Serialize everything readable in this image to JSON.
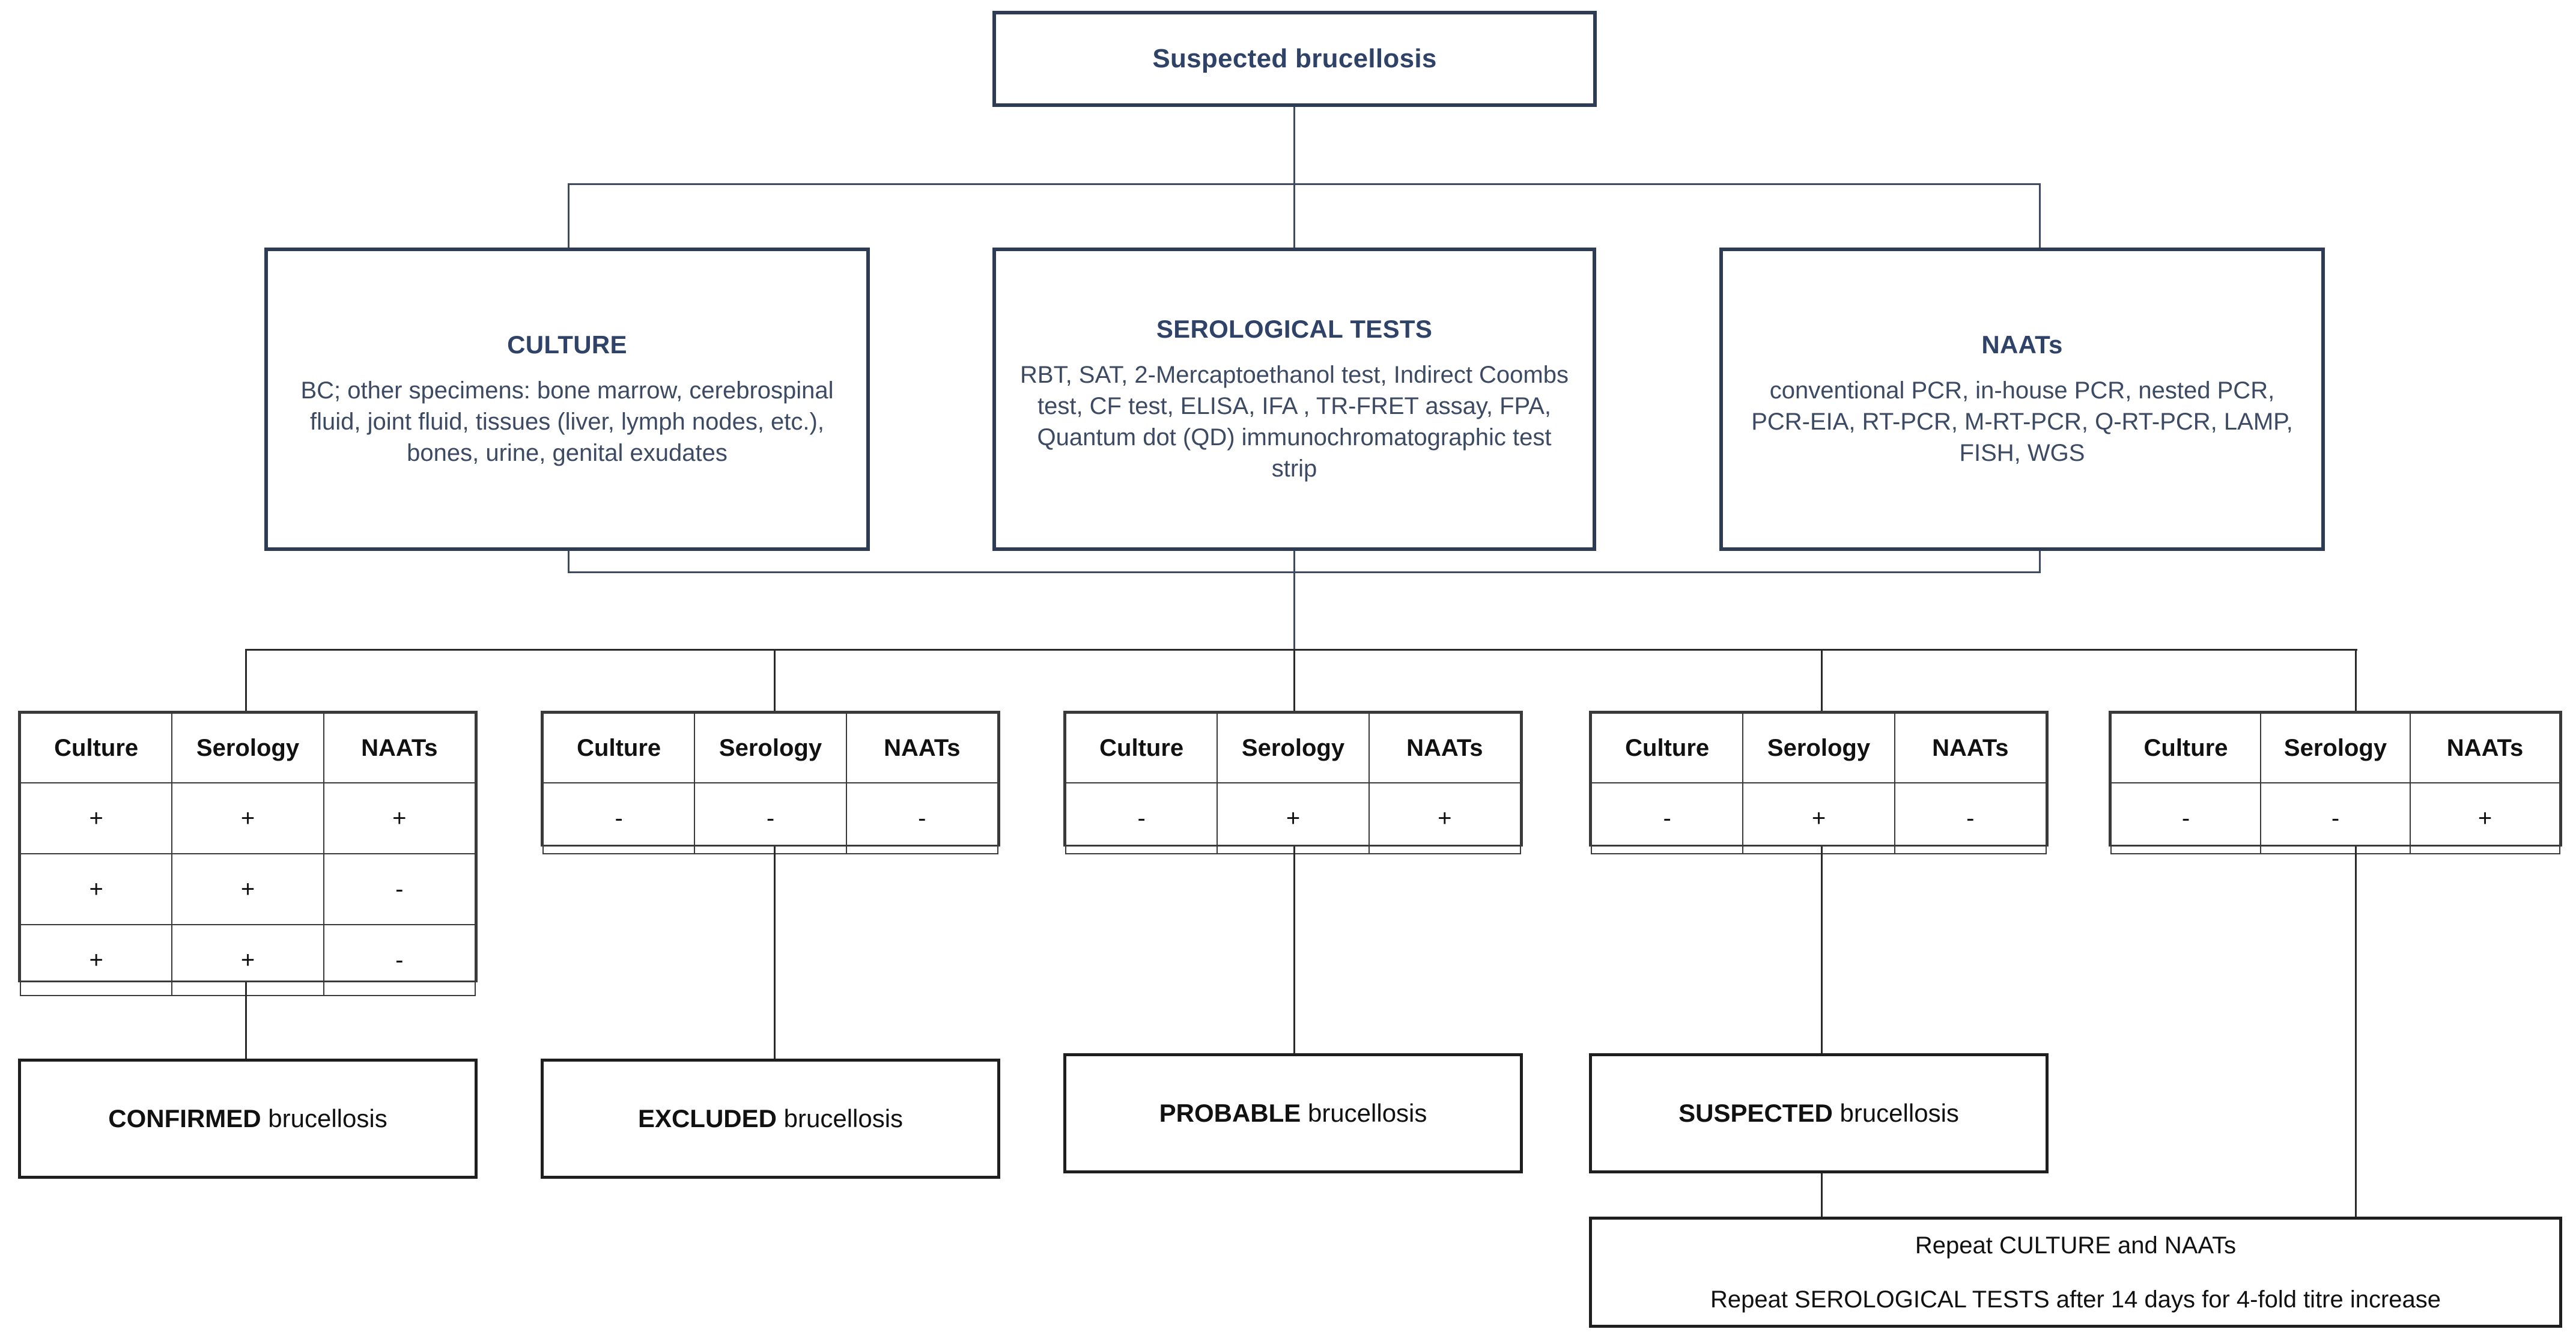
{
  "root": {
    "label": "Suspected  brucellosis"
  },
  "categories": [
    {
      "id": "culture",
      "title": "CULTURE",
      "body": "BC; other specimens: bone marrow, cerebrospinal fluid, joint fluid, tissues (liver, lymph nodes, etc.), bones, urine, genital exudates"
    },
    {
      "id": "serological-tests",
      "title": "SEROLOGICAL TESTS",
      "body": "RBT, SAT, 2-Mercaptoethanol test, Indirect Coombs test, CF test, ELISA, IFA , TR-FRET assay, FPA, Quantum dot (QD) immunochromatographic test strip"
    },
    {
      "id": "naats",
      "title": "NAATs",
      "body": "conventional PCR, in-house PCR, nested PCR, PCR-EIA, RT-PCR, M-RT-PCR, Q-RT-PCR, LAMP, FISH, WGS"
    }
  ],
  "table_headers": [
    "Culture",
    "Serology",
    "NAATs"
  ],
  "branches": [
    {
      "id": "confirmed",
      "rows": [
        [
          "+",
          "+",
          "+"
        ],
        [
          "+",
          "+",
          "-"
        ],
        [
          "+",
          "+",
          "-"
        ]
      ],
      "outcome_strong": "CONFIRMED",
      "outcome_rest": " brucellosis"
    },
    {
      "id": "excluded",
      "rows": [
        [
          "-",
          "-",
          "-"
        ]
      ],
      "outcome_strong": "EXCLUDED",
      "outcome_rest": " brucellosis"
    },
    {
      "id": "probable",
      "rows": [
        [
          "-",
          "+",
          "+"
        ]
      ],
      "outcome_strong": "PROBABLE",
      "outcome_rest": " brucellosis"
    },
    {
      "id": "suspected",
      "rows": [
        [
          "-",
          "+",
          "-"
        ]
      ],
      "outcome_strong": "SUSPECTED",
      "outcome_rest": " brucellosis"
    },
    {
      "id": "indeterminate",
      "rows": [
        [
          "-",
          "-",
          "+"
        ]
      ],
      "outcome_strong": "",
      "outcome_rest": ""
    }
  ],
  "repeat_box": {
    "line1": "Repeat CULTURE and NAATs",
    "line2": "Repeat SEROLOGICAL TESTS after 14 days for 4-fold titre increase"
  },
  "colors": {
    "navy_border": "#2d3b55",
    "navy_text": "#2f4268",
    "body_text": "#3c4a63",
    "dark_border": "#1f1f1f",
    "connector": "#3d4a62"
  }
}
